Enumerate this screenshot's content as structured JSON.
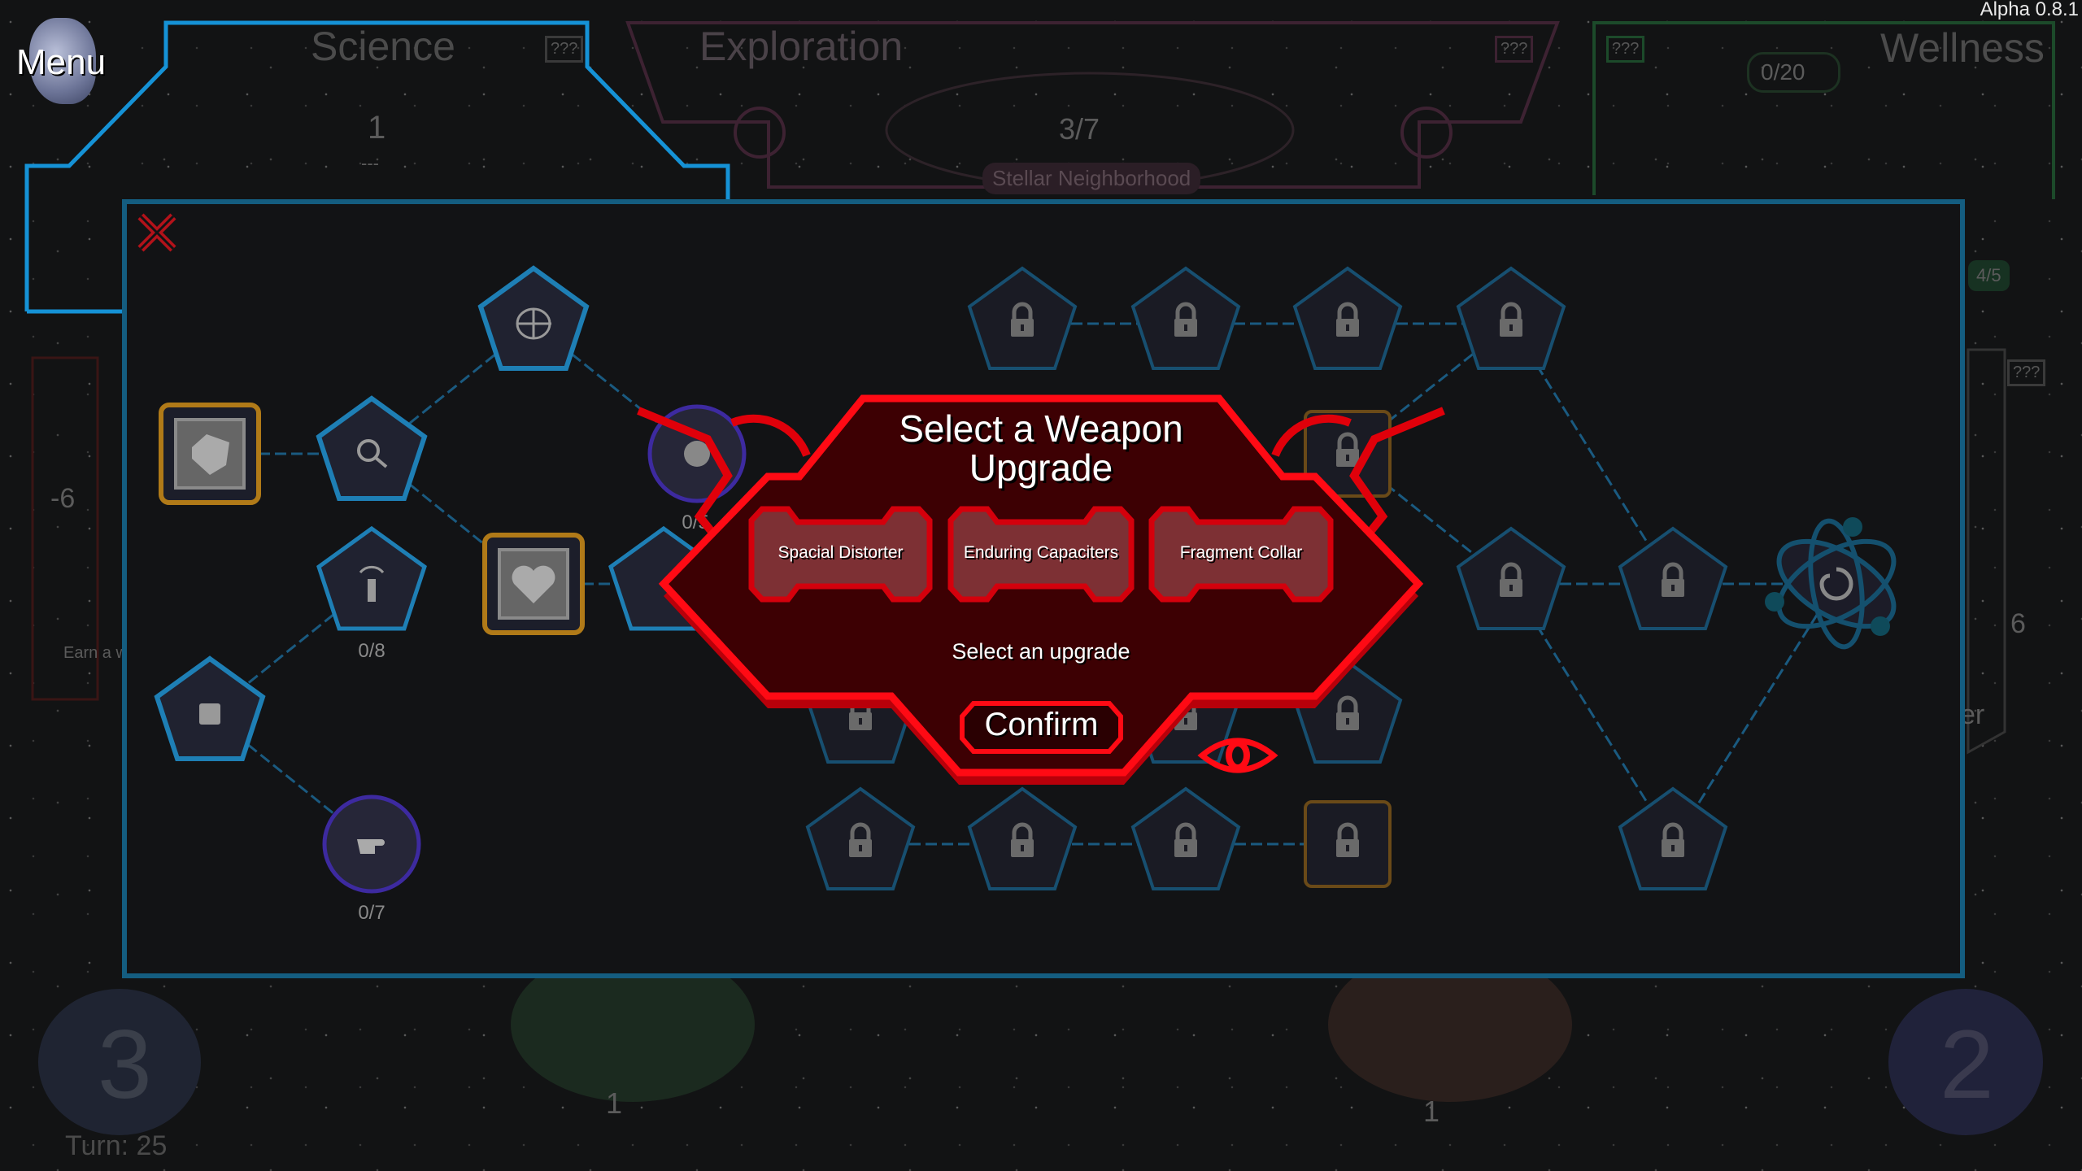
{
  "version": "Alpha 0.8.1",
  "menu_label": "Menu",
  "hud": {
    "science": {
      "title": "Science",
      "unknown": "???",
      "level": "1",
      "sub": "---"
    },
    "exploration": {
      "title": "Exploration",
      "unknown": "???",
      "progress": "3/7",
      "region": "Stellar Neighborhood"
    },
    "wellness": {
      "title": "Wellness",
      "unknown": "???",
      "score": "0/20",
      "progress": "4/5"
    }
  },
  "side": {
    "left_value": "-6",
    "left_caption": "Earn a w",
    "right_unknown": "???",
    "right_value": "6",
    "right_caption": "er"
  },
  "bottom": {
    "left_galaxy": "3",
    "right_galaxy": "2",
    "turn": "Turn: 25",
    "planet_left_count": "1",
    "planet_right_count": "1"
  },
  "tree": {
    "antenna_progress": "0/8",
    "hand_progress": "0/7",
    "planet_progress": "0/5"
  },
  "modal": {
    "title_line1": "Select a Weapon",
    "title_line2": "Upgrade",
    "options": [
      {
        "label": "Spacial Distorter"
      },
      {
        "label": "Enduring Capaciters"
      },
      {
        "label": "Fragment Collar"
      }
    ],
    "prompt": "Select an upgrade",
    "confirm": "Confirm"
  },
  "colors": {
    "modal_red": "#ff0a14",
    "modal_fill": "#3d0003",
    "option_fill": "#7d3034",
    "tree_blue": "#1a6a96",
    "gold": "#b07a18",
    "purple": "#3d2aa0"
  }
}
